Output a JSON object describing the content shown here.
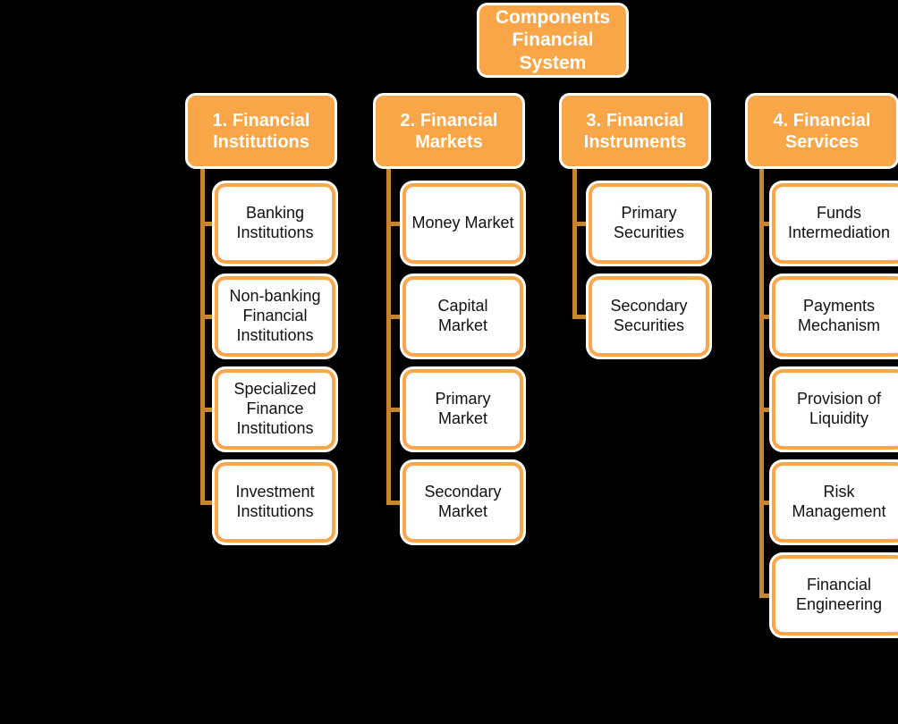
{
  "diagram": {
    "root": {
      "label": "Components Financial System"
    },
    "branches": [
      {
        "label": "1. Financial Institutions",
        "children": [
          "Banking Institutions",
          "Non-banking Financial Institutions",
          "Specialized Finance Institutions",
          "Investment Institutions"
        ]
      },
      {
        "label": "2. Financial Markets",
        "children": [
          "Money Market",
          "Capital Market",
          "Primary Market",
          "Secondary Market"
        ]
      },
      {
        "label": "3. Financial Instruments",
        "children": [
          "Primary Securities",
          "Secondary Securities"
        ]
      },
      {
        "label": "4. Financial Services",
        "children": [
          "Funds Intermediation",
          "Payments Mechanism",
          "Provision of Liquidity",
          "Risk Management",
          "Financial Engineering"
        ]
      }
    ]
  },
  "colors": {
    "background": "#000000",
    "orange_fill": "#F9A648",
    "white_outline": "#FFFFFF",
    "child_fill": "#FFFFFF",
    "child_border": "#FAA64A",
    "connector": "#C6862F",
    "header_text": "#FFFFFF",
    "child_text": "#111111"
  }
}
